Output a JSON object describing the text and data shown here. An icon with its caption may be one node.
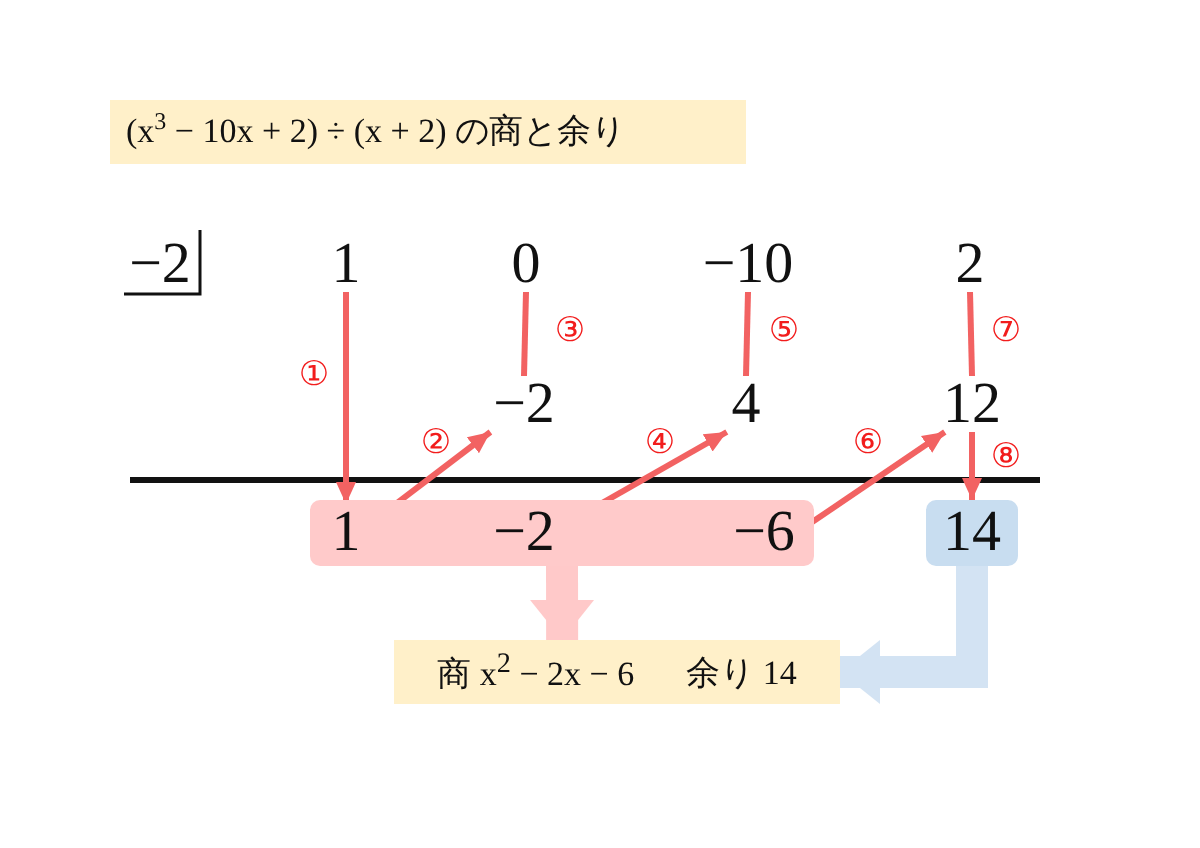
{
  "diagram": {
    "nodes": [
      {
        "text": [
          "(x$^{3}$ − 10x + 2) ÷ (x + 2) の商と余り"
        ]
      },
      {
        "text": [
          "−2"
        ]
      },
      {
        "text": [
          "1"
        ]
      },
      {
        "text": [
          "0"
        ]
      },
      {
        "text": [
          "−10"
        ]
      },
      {
        "text": [
          "2"
        ]
      },
      {
        "text": [
          "−2"
        ]
      },
      {
        "text": [
          "4"
        ]
      },
      {
        "text": [
          "12"
        ]
      },
      {
        "text": [],
        "shape": "box"
      },
      {
        "text": [
          "1"
        ],
        "in": 9
      },
      {
        "text": [
          "−2"
        ],
        "in": 9
      },
      {
        "text": [
          "−6"
        ],
        "in": 9
      },
      {
        "text": [
          "14"
        ]
      },
      {
        "text": [
          "商 x$^{2}$ − 2x − 6",
          "余り 14"
        ]
      }
    ],
    "edges": [
      {
        "from": 2,
        "to": 10,
        "arrow": "to",
        "label": "①"
      },
      {
        "from": 10,
        "to": 6,
        "arrow": "to",
        "label": "②"
      },
      {
        "from": 3,
        "to": 6,
        "arrow": "none",
        "label": "③"
      },
      {
        "from": 11,
        "to": 7,
        "arrow": "to",
        "label": "④"
      },
      {
        "from": 4,
        "to": 7,
        "arrow": "none",
        "label": "⑤"
      },
      {
        "from": 12,
        "to": 8,
        "arrow": "to",
        "label": "⑥"
      },
      {
        "from": 5,
        "to": 8,
        "arrow": "none",
        "label": "⑦"
      },
      {
        "from": 8,
        "to": 13,
        "arrow": "to",
        "label": "⑧"
      },
      {
        "from": 9,
        "to": 14,
        "arrow": "to",
        "style": "thick",
        "color": "#ffc9c9"
      },
      {
        "from": 13,
        "to": 14,
        "arrow": "to",
        "style": "thick",
        "color": "#d3e3f3"
      }
    ]
  }
}
